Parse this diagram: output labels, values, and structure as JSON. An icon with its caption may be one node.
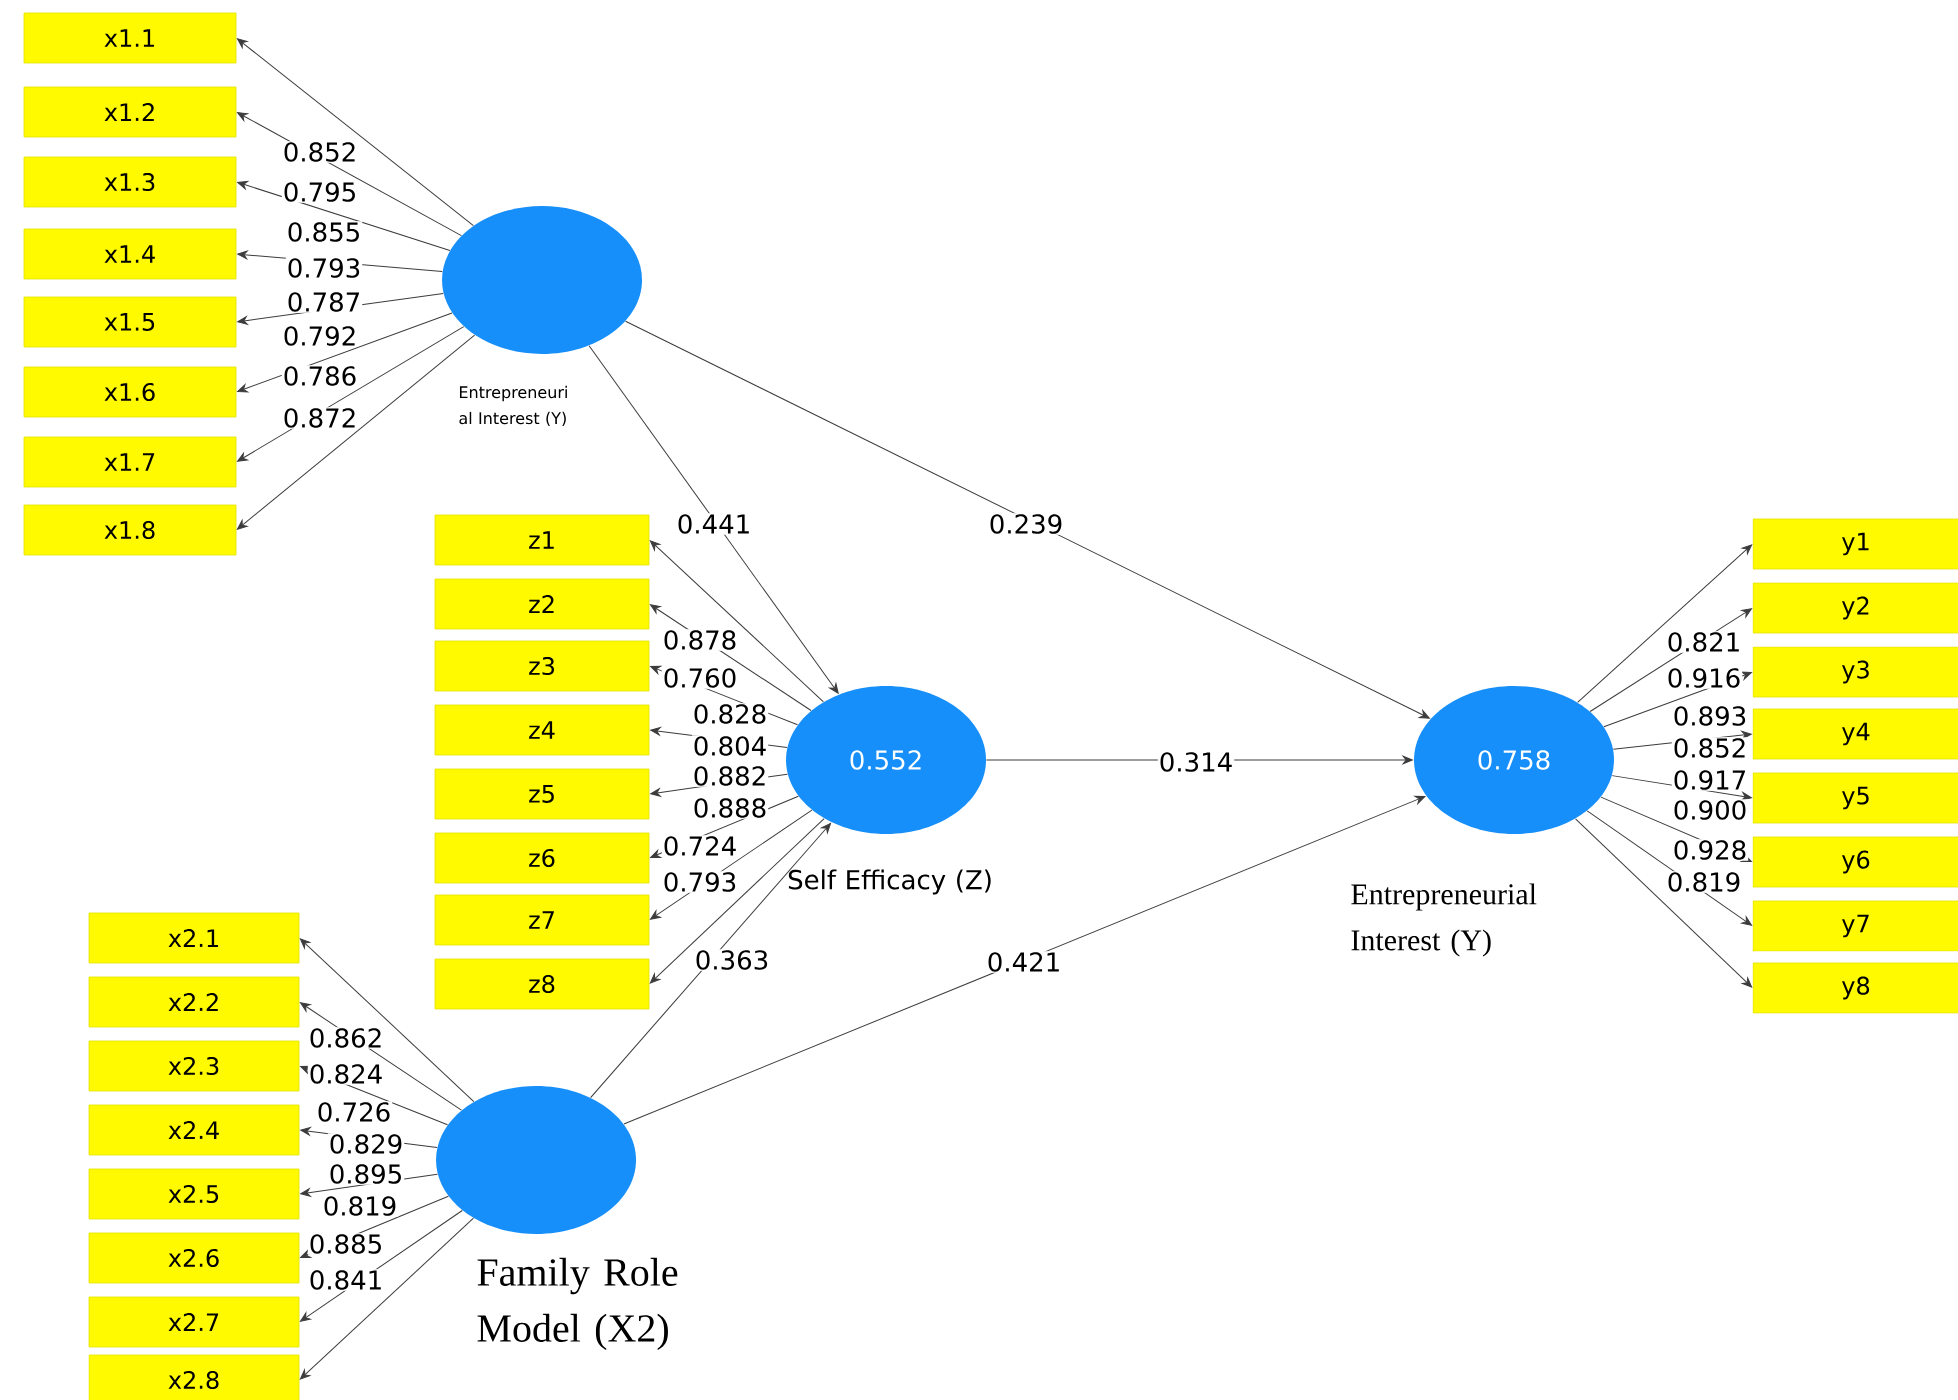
{
  "diagram": {
    "nodes": [
      {
        "text": [],
        "shape": "circle",
        "beside": [
          "Entrepreneuri al Interest (Y)"
        ]
      },
      {
        "text": [
          "0.552"
        ],
        "beside": [
          "Self Efficacy (Z)"
        ]
      },
      {
        "text": [
          "0.758"
        ],
        "beside": [
          "Entrepreneurial Interest (Y)"
        ]
      },
      {
        "text": [],
        "shape": "circle",
        "beside": [
          "Family Role Model (X2)"
        ]
      },
      {
        "text": [
          "x1.1"
        ]
      },
      {
        "text": [
          "x1.2"
        ]
      },
      {
        "text": [
          "x1.3"
        ]
      },
      {
        "text": [
          "x1.4"
        ]
      },
      {
        "text": [
          "x1.5"
        ]
      },
      {
        "text": [
          "x1.6"
        ]
      },
      {
        "text": [
          "x1.7"
        ]
      },
      {
        "text": [
          "x1.8"
        ]
      },
      {
        "text": [
          "z1"
        ]
      },
      {
        "text": [
          "z2"
        ]
      },
      {
        "text": [
          "z3"
        ]
      },
      {
        "text": [
          "z4"
        ]
      },
      {
        "text": [
          "z5"
        ]
      },
      {
        "text": [
          "z6"
        ]
      },
      {
        "text": [
          "z7"
        ]
      },
      {
        "text": [
          "z8"
        ]
      },
      {
        "text": [
          "x2.1"
        ]
      },
      {
        "text": [
          "x2.2"
        ]
      },
      {
        "text": [
          "x2.3"
        ]
      },
      {
        "text": [
          "x2.4"
        ]
      },
      {
        "text": [
          "x2.5"
        ]
      },
      {
        "text": [
          "x2.6"
        ]
      },
      {
        "text": [
          "x2.7"
        ]
      },
      {
        "text": [
          "x2.8"
        ]
      },
      {
        "text": [
          "y1"
        ]
      },
      {
        "text": [
          "y2"
        ]
      },
      {
        "text": [
          "y3"
        ]
      },
      {
        "text": [
          "y4"
        ]
      },
      {
        "text": [
          "y5"
        ]
      },
      {
        "text": [
          "y6"
        ]
      },
      {
        "text": [
          "y7"
        ]
      },
      {
        "text": [
          "y8"
        ]
      }
    ],
    "edges": [
      {
        "from": 0,
        "to": 4,
        "arrow": "to",
        "label": "0.852"
      },
      {
        "from": 0,
        "to": 5,
        "arrow": "to",
        "label": "0.795"
      },
      {
        "from": 0,
        "to": 6,
        "arrow": "to",
        "label": "0.855"
      },
      {
        "from": 0,
        "to": 7,
        "arrow": "to",
        "label": "0.793"
      },
      {
        "from": 0,
        "to": 8,
        "arrow": "to",
        "label": "0.787"
      },
      {
        "from": 0,
        "to": 9,
        "arrow": "to",
        "label": "0.792"
      },
      {
        "from": 0,
        "to": 10,
        "arrow": "to",
        "label": "0.786"
      },
      {
        "from": 0,
        "to": 11,
        "arrow": "to",
        "label": "0.872"
      },
      {
        "from": 1,
        "to": 12,
        "arrow": "to",
        "label": "0.878"
      },
      {
        "from": 1,
        "to": 13,
        "arrow": "to",
        "label": "0.760"
      },
      {
        "from": 1,
        "to": 14,
        "arrow": "to",
        "label": "0.828"
      },
      {
        "from": 1,
        "to": 15,
        "arrow": "to",
        "label": "0.804"
      },
      {
        "from": 1,
        "to": 16,
        "arrow": "to",
        "label": "0.882"
      },
      {
        "from": 1,
        "to": 17,
        "arrow": "to",
        "label": "0.888"
      },
      {
        "from": 1,
        "to": 18,
        "arrow": "to",
        "label": "0.724"
      },
      {
        "from": 1,
        "to": 19,
        "arrow": "to",
        "label": "0.793"
      },
      {
        "from": 3,
        "to": 20,
        "arrow": "to",
        "label": "0.862"
      },
      {
        "from": 3,
        "to": 21,
        "arrow": "to",
        "label": "0.824"
      },
      {
        "from": 3,
        "to": 22,
        "arrow": "to",
        "label": "0.726"
      },
      {
        "from": 3,
        "to": 23,
        "arrow": "to",
        "label": "0.829"
      },
      {
        "from": 3,
        "to": 24,
        "arrow": "to",
        "label": "0.895"
      },
      {
        "from": 3,
        "to": 25,
        "arrow": "to",
        "label": "0.819"
      },
      {
        "from": 3,
        "to": 26,
        "arrow": "to",
        "label": "0.885"
      },
      {
        "from": 3,
        "to": 27,
        "arrow": "to",
        "label": "0.841"
      },
      {
        "from": 2,
        "to": 28,
        "arrow": "to",
        "label": "0.821"
      },
      {
        "from": 2,
        "to": 29,
        "arrow": "to",
        "label": "0.916"
      },
      {
        "from": 2,
        "to": 30,
        "arrow": "to",
        "label": "0.893"
      },
      {
        "from": 2,
        "to": 31,
        "arrow": "to",
        "label": "0.852"
      },
      {
        "from": 2,
        "to": 32,
        "arrow": "to",
        "label": "0.917"
      },
      {
        "from": 2,
        "to": 33,
        "arrow": "to",
        "label": "0.900"
      },
      {
        "from": 2,
        "to": 34,
        "arrow": "to",
        "label": "0.928"
      },
      {
        "from": 2,
        "to": 35,
        "arrow": "to",
        "label": "0.819"
      },
      {
        "from": 0,
        "to": 1,
        "arrow": "to",
        "label": "0.441"
      },
      {
        "from": 0,
        "to": 2,
        "arrow": "to",
        "label": "0.239"
      },
      {
        "from": 1,
        "to": 2,
        "arrow": "to",
        "label": "0.314"
      },
      {
        "from": 3,
        "to": 1,
        "arrow": "to",
        "label": "0.363"
      },
      {
        "from": 3,
        "to": 2,
        "arrow": "to",
        "label": "0.421"
      }
    ]
  }
}
